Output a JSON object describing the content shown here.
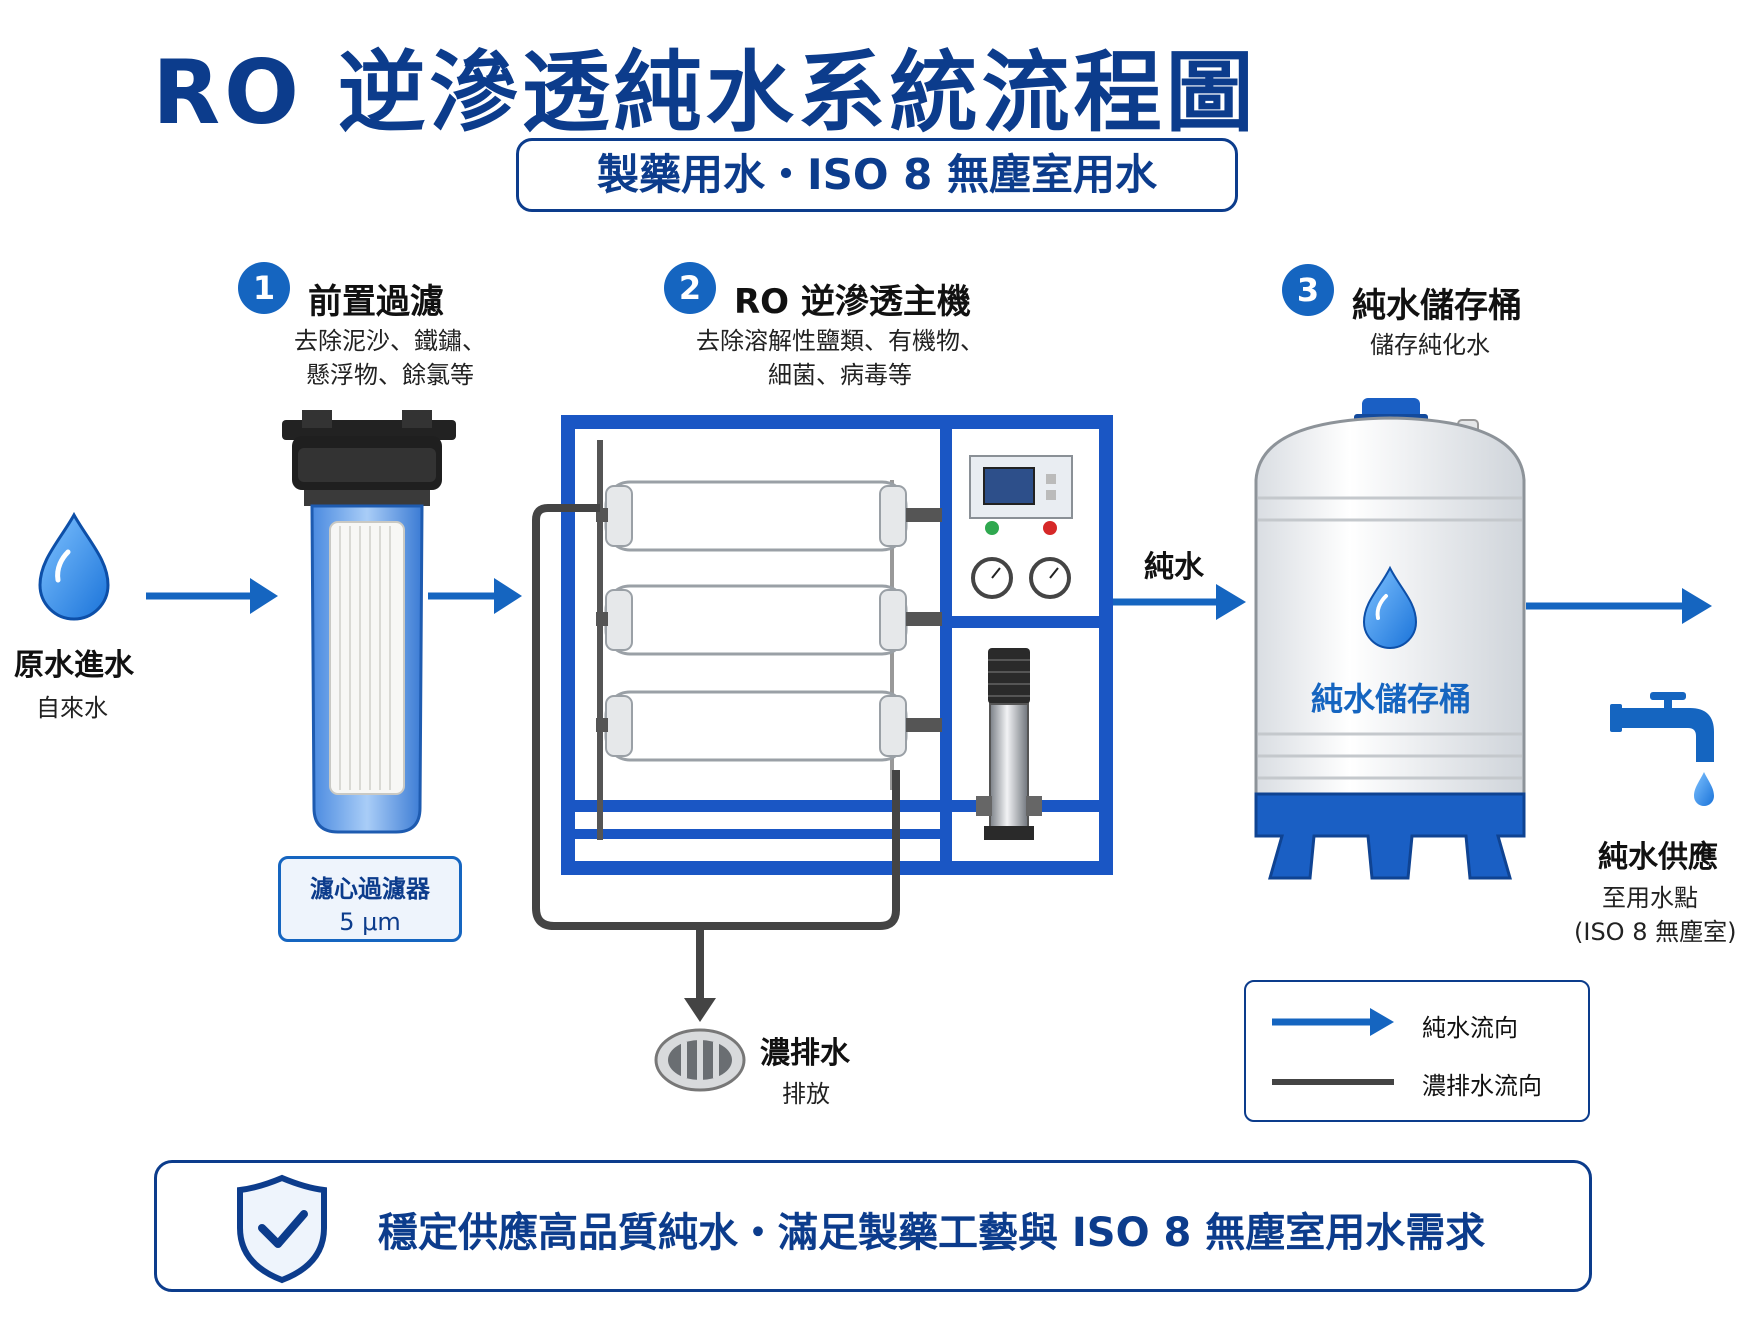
{
  "title": "RO 逆滲透純水系統流程圖",
  "subtitle": "製藥用水・ISO 8 無塵室用水",
  "steps": [
    {
      "number": "1",
      "title": "前置過濾",
      "desc_line1": "去除泥沙、鐵鏽、",
      "desc_line2": "懸浮物、餘氯等"
    },
    {
      "number": "2",
      "title": "RO 逆滲透主機",
      "desc_line1": "去除溶解性鹽類、有機物、",
      "desc_line2": "細菌、病毒等"
    },
    {
      "number": "3",
      "title": "純水儲存桶",
      "desc_line1": "儲存純化水"
    }
  ],
  "raw_water": {
    "title": "原水進水",
    "sub": "自來水"
  },
  "filter_label": {
    "name": "濾心過濾器",
    "spec": "5 μm"
  },
  "pure_water_label": "純水",
  "tank_label": "純水儲存桶",
  "supply": {
    "title": "純水供應",
    "line1": "至用水點",
    "line2": "(ISO 8 無塵室)"
  },
  "drain": {
    "title": "濃排水",
    "sub": "排放"
  },
  "legend": [
    {
      "label": "純水流向",
      "color": "#1565c0"
    },
    {
      "label": "濃排水流向",
      "color": "#444444"
    }
  ],
  "footer": "穩定供應高品質純水・滿足製藥工藝與 ISO 8 無塵室用水需求",
  "icons": [
    "water-drop-icon",
    "filter-housing-icon",
    "ro-machine-icon",
    "storage-tank-icon",
    "faucet-icon",
    "drain-icon",
    "shield-check-icon"
  ],
  "colors": {
    "primary": "#0c3c8c",
    "accent": "#1565c0",
    "waste": "#444444"
  }
}
